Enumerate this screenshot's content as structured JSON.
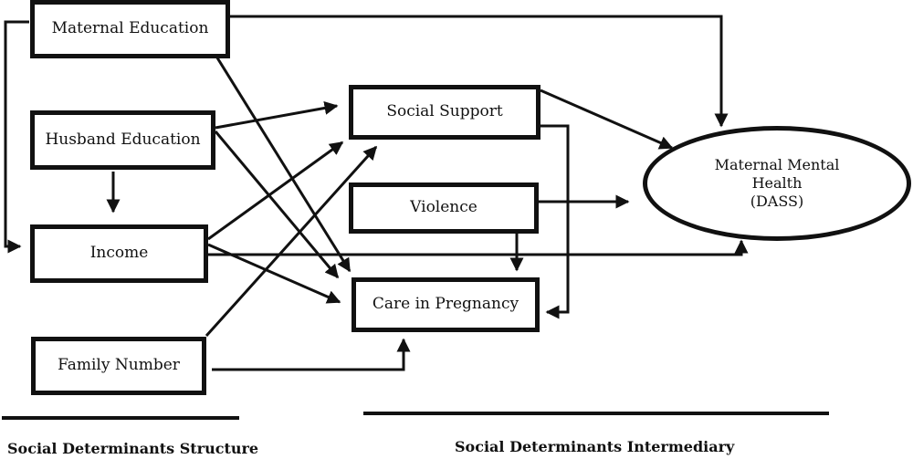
{
  "nodes": {
    "maternal_education": "Maternal Education",
    "husband_education": "Husband Education",
    "income": "Income",
    "family_number": "Family Number",
    "social_support": "Social Support",
    "violence": "Violence",
    "care_in_pregnancy": "Care in Pregnancy",
    "outcome": {
      "line1": "Maternal Mental",
      "line2": "Health",
      "line3": "(DASS)"
    }
  },
  "sections": {
    "structure": "Social Determinants Structure",
    "intermediary": "Social Determinants Intermediary"
  }
}
